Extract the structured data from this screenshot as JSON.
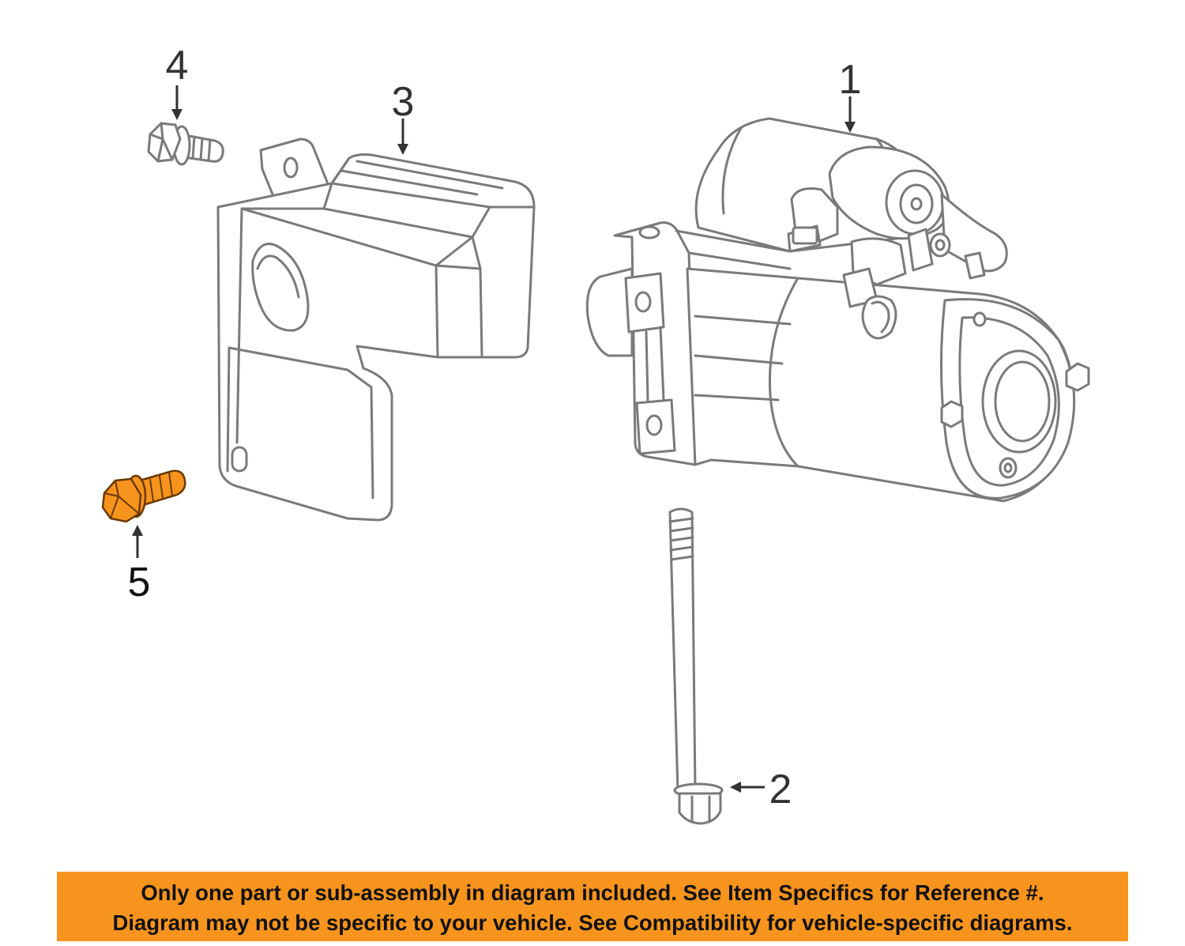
{
  "diagram": {
    "callouts": [
      {
        "id": "1",
        "label": "1"
      },
      {
        "id": "2",
        "label": "2"
      },
      {
        "id": "3",
        "label": "3"
      },
      {
        "id": "4",
        "label": "4"
      },
      {
        "id": "5",
        "label": "5"
      }
    ],
    "parts": {
      "part1": {
        "icon": "starter-motor-icon"
      },
      "part2": {
        "icon": "long-bolt-icon"
      },
      "part3": {
        "icon": "heat-shield-icon"
      },
      "part4": {
        "icon": "bolt-icon"
      },
      "part5": {
        "icon": "highlighted-bolt-icon",
        "highlight_color": "#F7941D"
      }
    },
    "colors": {
      "highlight": "#F7941D",
      "banner": "#F7941D",
      "line_art": "#7a7a7a"
    }
  },
  "disclaimer": {
    "line1": "Only one part or sub-assembly in diagram included. See Item Specifics for Reference #.",
    "line2": "Diagram may not be specific to your vehicle. See Compatibility for vehicle-specific diagrams."
  }
}
